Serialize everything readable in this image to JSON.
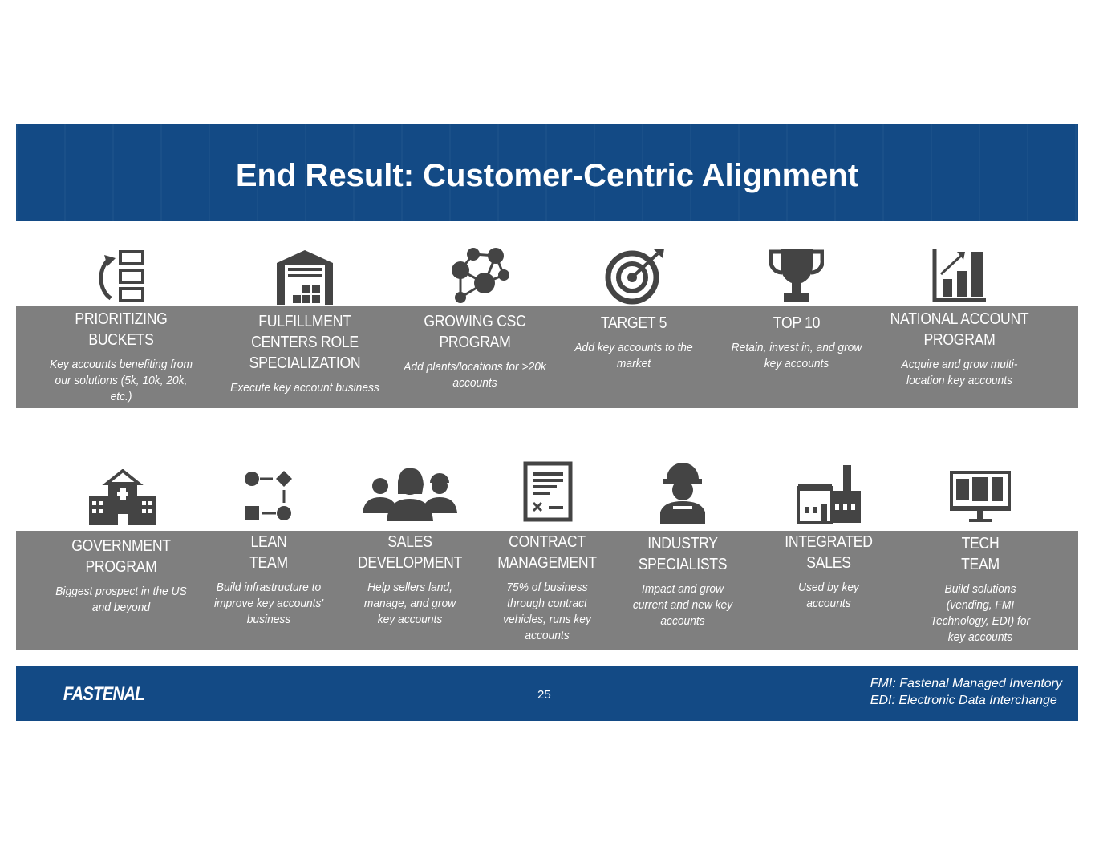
{
  "title": "End Result: Customer-Centric Alignment",
  "row1": [
    {
      "title": "PRIORITIZING BUCKETS",
      "desc": "Key accounts benefiting from our solutions (5k, 10k, 20k, etc.)",
      "icon": "prioritize-icon"
    },
    {
      "title": "FULFILLMENT CENTERS ROLE SPECIALIZATION",
      "desc": "Execute key account business",
      "icon": "warehouse-icon"
    },
    {
      "title": "GROWING CSC PROGRAM",
      "desc": "Add plants/locations for >20k accounts",
      "icon": "network-icon"
    },
    {
      "title": "TARGET 5",
      "desc": "Add key accounts to the market",
      "icon": "target-icon"
    },
    {
      "title": "TOP 10",
      "desc": "Retain, invest in, and grow key accounts",
      "icon": "trophy-icon"
    },
    {
      "title": "NATIONAL ACCOUNT PROGRAM",
      "desc": "Acquire and grow multi-location key accounts",
      "icon": "growth-chart-icon"
    }
  ],
  "row2": [
    {
      "title": "GOVERNMENT PROGRAM",
      "desc": "Biggest prospect in the US and beyond",
      "icon": "government-building-icon"
    },
    {
      "title": "LEAN TEAM",
      "desc": "Build infrastructure to improve key accounts' business",
      "icon": "process-flow-icon"
    },
    {
      "title": "SALES DEVELOPMENT",
      "desc": "Help sellers land, manage, and grow key accounts",
      "icon": "people-icon"
    },
    {
      "title": "CONTRACT MANAGEMENT",
      "desc": "75% of business through contract vehicles, runs key accounts",
      "icon": "contract-icon"
    },
    {
      "title": "INDUSTRY SPECIALISTS",
      "desc": "Impact and grow current and new key accounts",
      "icon": "worker-icon"
    },
    {
      "title": "INTEGRATED SALES",
      "desc": "Used by key accounts",
      "icon": "factory-icon"
    },
    {
      "title": "TECH TEAM",
      "desc": "Build solutions (vending, FMI Technology, EDI) for key accounts",
      "icon": "monitor-icon"
    }
  ],
  "footer": {
    "logo": "FASTENAL",
    "page": "25",
    "note1": "FMI: Fastenal Managed Inventory",
    "note2": "EDI: Electronic Data Interchange"
  }
}
